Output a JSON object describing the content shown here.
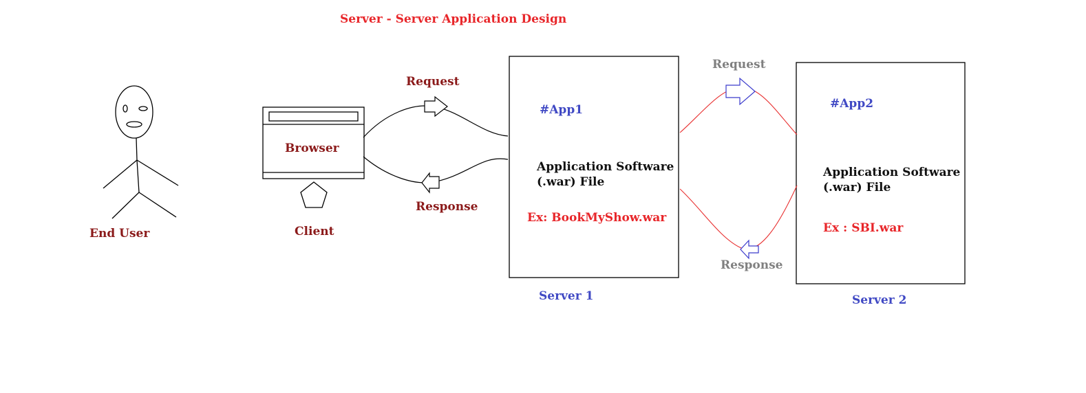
{
  "title": "Server  - Server Application Design",
  "end_user": {
    "label": "End User"
  },
  "client": {
    "browser_label": "Browser",
    "label": "Client"
  },
  "client_link": {
    "request_label": "Request",
    "response_label": "Response"
  },
  "server1": {
    "app_tag": "#App1",
    "software_line1": "Application Software",
    "software_line2": "(.war) File",
    "example": "Ex: BookMyShow.war",
    "label": "Server 1"
  },
  "server_link": {
    "request_label": "Request",
    "response_label": "Response"
  },
  "server2": {
    "app_tag": "#App2",
    "software_line1": "Application Software",
    "software_line2": "(.war) File",
    "example": "Ex : SBI.war",
    "label": "Server 2"
  },
  "colors": {
    "title_red": "#e8262a",
    "maroon": "#8b1a1a",
    "blue": "#4049c4",
    "grey": "#808080",
    "arrow_blue": "#3a3acc",
    "link_red": "#e83030"
  }
}
